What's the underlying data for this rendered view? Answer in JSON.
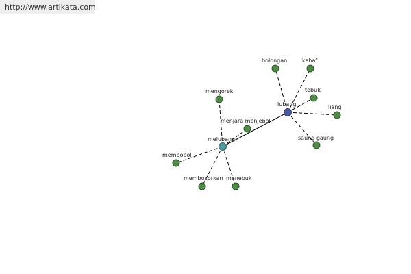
{
  "header": {
    "url": "http://www.artikata.com"
  },
  "colors": {
    "leaf": "#4f8a46",
    "leaf_stroke": "#2d5a28",
    "hub_primary": "#4b5aa0",
    "hub_primary_stroke": "#2a3468",
    "hub_secondary": "#4f9aa0",
    "hub_secondary_stroke": "#2a5e62"
  },
  "nodes": [
    {
      "id": "lubang",
      "label": "lubang",
      "kind": "hub_primary"
    },
    {
      "id": "melubangi",
      "label": "melubangi",
      "kind": "hub_secondary"
    },
    {
      "id": "bolongan",
      "label": "bolongan",
      "kind": "leaf"
    },
    {
      "id": "kahaf",
      "label": "kahaf",
      "kind": "leaf"
    },
    {
      "id": "tebuk",
      "label": "tebuk",
      "kind": "leaf"
    },
    {
      "id": "liang",
      "label": "liang",
      "kind": "leaf"
    },
    {
      "id": "saung-gaung",
      "label": "saung gaung",
      "kind": "leaf"
    },
    {
      "id": "mengorek",
      "label": "mengorek",
      "kind": "leaf"
    },
    {
      "id": "menjara-menjebol",
      "label": "menjara menjebol",
      "kind": "leaf"
    },
    {
      "id": "membobol",
      "label": "membobol",
      "kind": "leaf"
    },
    {
      "id": "membocorkan",
      "label": "membocorkan",
      "kind": "leaf"
    },
    {
      "id": "menebuk",
      "label": "menebuk",
      "kind": "leaf"
    }
  ],
  "edges": [
    {
      "from": "lubang",
      "to": "melubangi",
      "style": "solid"
    },
    {
      "from": "lubang",
      "to": "bolongan",
      "style": "dashed"
    },
    {
      "from": "lubang",
      "to": "kahaf",
      "style": "dashed"
    },
    {
      "from": "lubang",
      "to": "tebuk",
      "style": "dashed"
    },
    {
      "from": "lubang",
      "to": "liang",
      "style": "dashed"
    },
    {
      "from": "lubang",
      "to": "saung-gaung",
      "style": "dashed"
    },
    {
      "from": "melubangi",
      "to": "mengorek",
      "style": "dashed"
    },
    {
      "from": "melubangi",
      "to": "menjara-menjebol",
      "style": "dashed"
    },
    {
      "from": "melubangi",
      "to": "membobol",
      "style": "dashed"
    },
    {
      "from": "melubangi",
      "to": "membocorkan",
      "style": "dashed"
    },
    {
      "from": "melubangi",
      "to": "menebuk",
      "style": "dashed"
    }
  ]
}
